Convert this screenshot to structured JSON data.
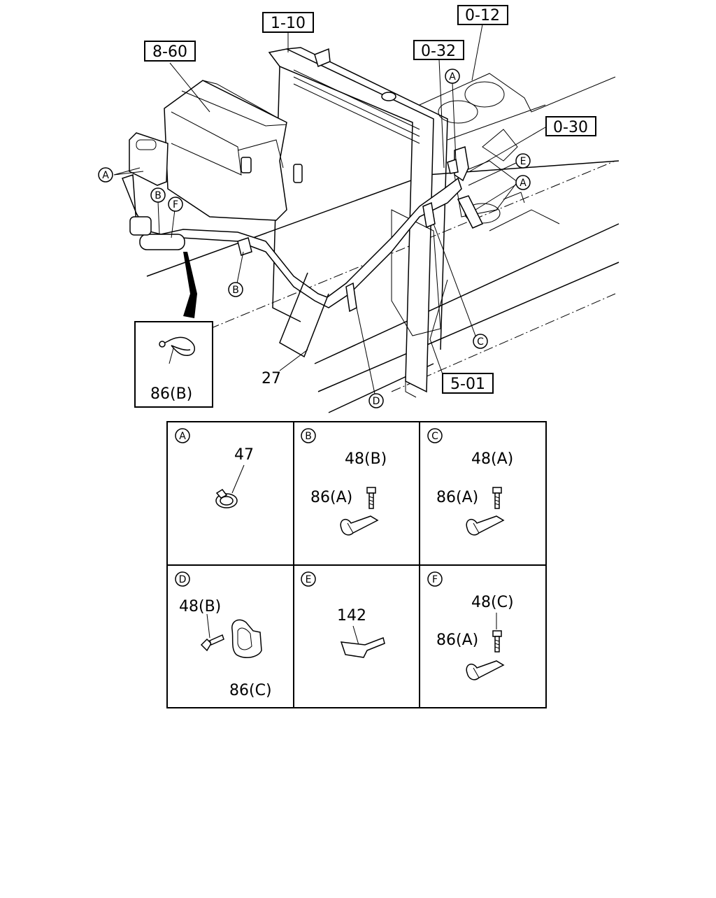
{
  "refs": {
    "r_1_10": "1-10",
    "r_0_12": "0-12",
    "r_8_60": "8-60",
    "r_0_32": "0-32",
    "r_0_30": "0-30",
    "r_5_01": "5-01"
  },
  "callouts": {
    "a": "A",
    "b": "B",
    "c": "C",
    "d": "D",
    "e": "E",
    "f": "F"
  },
  "main_parts": {
    "hose": "27",
    "inset_clip": "86(B)"
  },
  "detail_panels": [
    {
      "letter": "A",
      "parts": [
        "47"
      ]
    },
    {
      "letter": "B",
      "parts": [
        "48(B)",
        "86(A)"
      ]
    },
    {
      "letter": "C",
      "parts": [
        "48(A)",
        "86(A)"
      ]
    },
    {
      "letter": "D",
      "parts": [
        "48(B)",
        "86(C)"
      ]
    },
    {
      "letter": "E",
      "parts": [
        "142"
      ]
    },
    {
      "letter": "F",
      "parts": [
        "48(C)",
        "86(A)"
      ]
    }
  ]
}
